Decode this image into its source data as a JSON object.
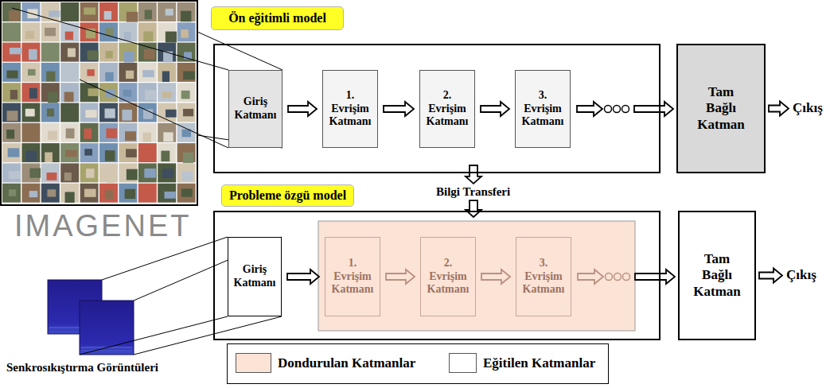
{
  "diagram": {
    "nodes": [
      {
        "text": [
          "Ön eğitimli model"
        ]
      },
      {
        "text": [
          "Giriş Katmanı"
        ],
        "in": 0
      },
      {
        "text": [
          "1. Evrişim Katmanı"
        ],
        "in": 0
      },
      {
        "text": [
          "2. Evrişim Katmanı"
        ],
        "in": 0
      },
      {
        "text": [
          "3. Evrişim Katmanı"
        ],
        "in": 0
      },
      {
        "text": [
          "Tam Bağlı Katman"
        ]
      },
      {
        "text": [
          "Probleme özgü model"
        ]
      },
      {
        "text": [
          "Giriş Katmanı"
        ],
        "in": 6
      },
      {
        "text": [
          "1. Evrişim Katmanı"
        ],
        "in": 6
      },
      {
        "text": [
          "2. Evrişim Katmanı"
        ],
        "in": 6
      },
      {
        "text": [
          "3. Evrişim Katmanı"
        ],
        "in": 6
      },
      {
        "text": [
          "Tam Bağlı Katman"
        ]
      }
    ],
    "edges": [
      {
        "from": 1,
        "to": 2,
        "arrow": "to"
      },
      {
        "from": 2,
        "to": 3,
        "arrow": "to"
      },
      {
        "from": 3,
        "to": 4,
        "arrow": "to"
      },
      {
        "from": 4,
        "to": 5,
        "arrow": "to"
      },
      {
        "from": 0,
        "to": 6,
        "label": "Bilgi Transferi",
        "arrow": "to"
      },
      {
        "from": 7,
        "to": 8,
        "arrow": "to"
      },
      {
        "from": 8,
        "to": 9,
        "arrow": "to"
      },
      {
        "from": 9,
        "to": 10,
        "arrow": "to"
      },
      {
        "from": 10,
        "to": 11,
        "arrow": "to"
      }
    ],
    "labels": [
      "Çıkış",
      "Çıkış",
      "IMAGENET",
      "Senkrosıkıştırma Görüntüleri"
    ],
    "legend": [
      {
        "text": "Dondurulan Katmanlar",
        "color": "#fbe3d6"
      },
      {
        "text": "Eğitilen Katmanlar",
        "color": "#ffffff"
      }
    ]
  }
}
